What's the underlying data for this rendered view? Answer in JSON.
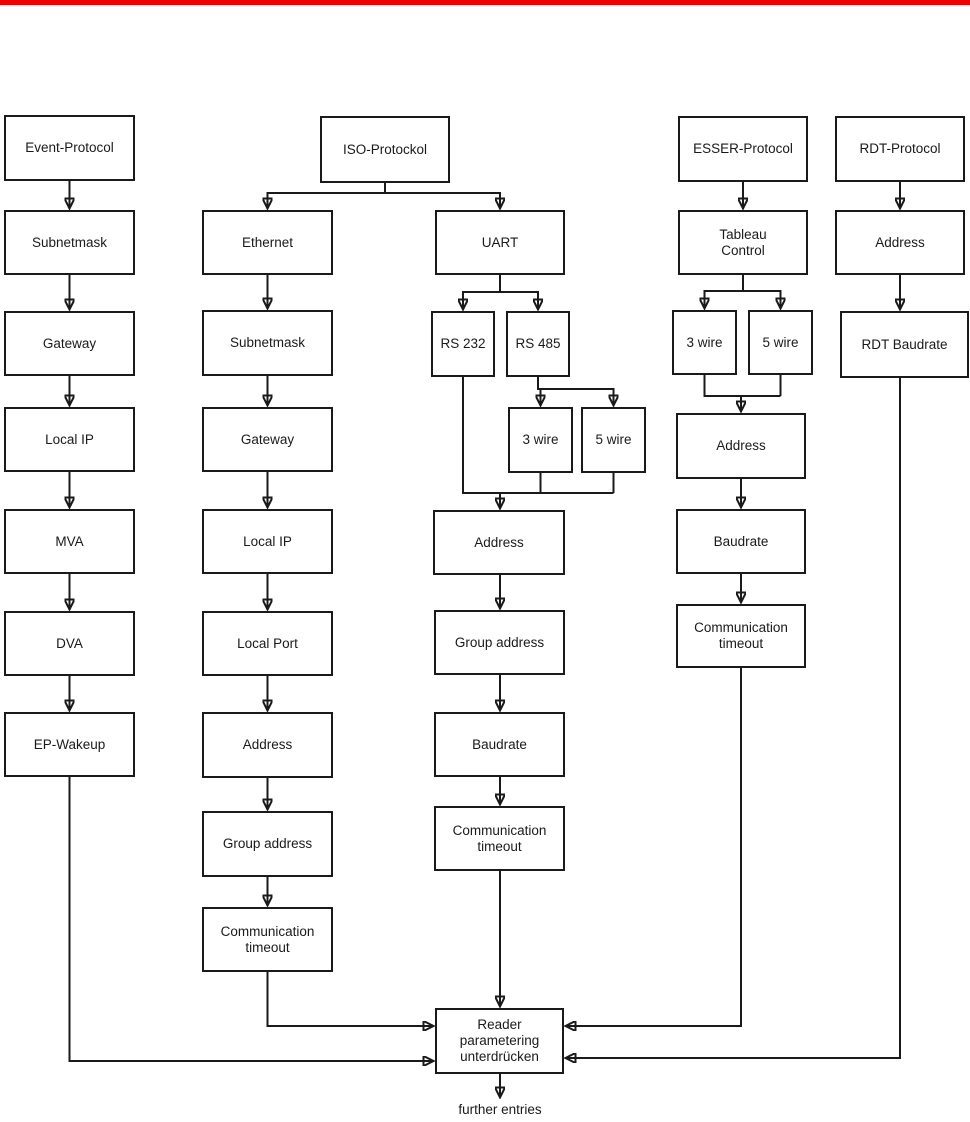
{
  "colors": {
    "top_bar": "#ee0000",
    "line": "#1a1a1a",
    "box_background": "#ffffff",
    "page_background": "#ffffff"
  },
  "nodes": {
    "event_protocol": "Event-Protocol",
    "subnetmask_event": "Subnetmask",
    "gateway_event": "Gateway",
    "local_ip_event": "Local IP",
    "mva": "MVA",
    "dva": "DVA",
    "ep_wakeup": "EP-Wakeup",
    "iso_protockol": "ISO-Protockol",
    "ethernet": "Ethernet",
    "subnetmask_eth": "Subnetmask",
    "gateway_eth": "Gateway",
    "local_ip_eth": "Local IP",
    "local_port": "Local Port",
    "address_eth": "Address",
    "group_address_eth": "Group address",
    "comm_timeout_eth": "Communication\ntimeout",
    "uart": "UART",
    "rs232": "RS 232",
    "rs485": "RS 485",
    "wire3_uart": "3 wire",
    "wire5_uart": "5 wire",
    "address_uart": "Address",
    "group_address_uart": "Group address",
    "baudrate_uart": "Baudrate",
    "comm_timeout_uart": "Communication\ntimeout",
    "esser_protocol": "ESSER-Protocol",
    "tableau_control": "Tableau\nControl",
    "wire3_esser": "3 wire",
    "wire5_esser": "5 wire",
    "address_esser": "Address",
    "baudrate_esser": "Baudrate",
    "comm_timeout_esser": "Communication\ntimeout",
    "rdt_protocol": "RDT-Protocol",
    "address_rdt": "Address",
    "rdt_baudrate": "RDT Baudrate",
    "reader_suppress": "Reader\nparametering\nunterdrücken"
  },
  "footer": {
    "further_entries": "further entries"
  }
}
